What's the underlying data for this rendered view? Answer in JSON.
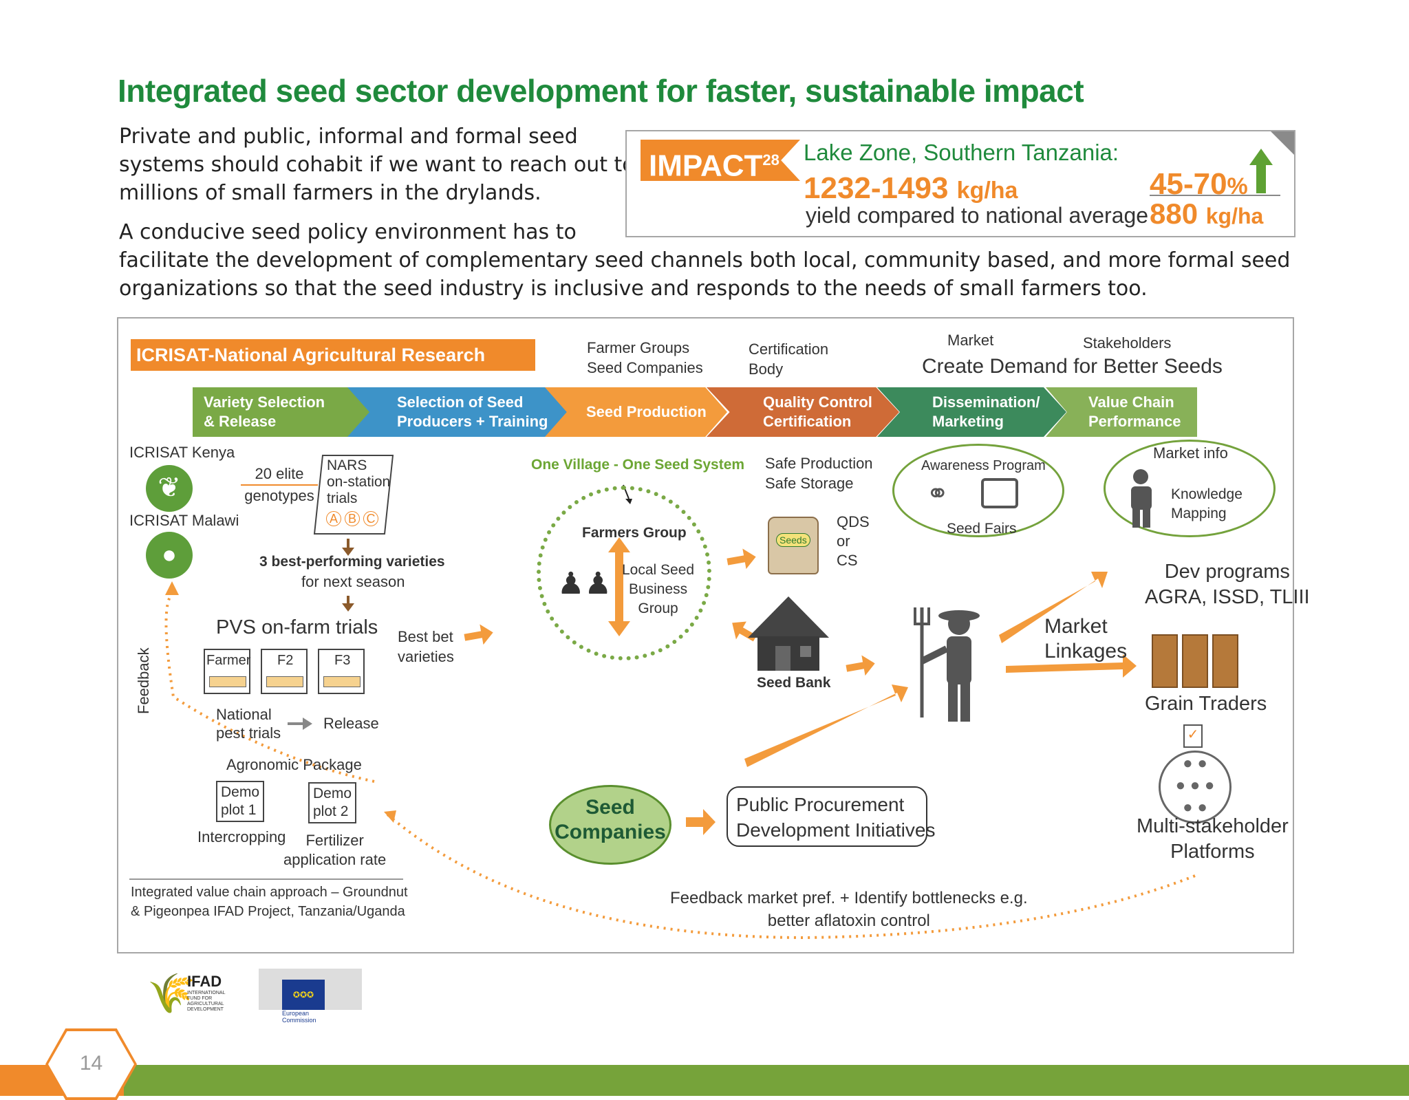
{
  "page": {
    "title": "Integrated seed sector development for faster, sustainable impact",
    "para1": [
      "Private and public, informal and formal seed",
      "systems should cohabit if we want to reach out to",
      "millions of small farmers in the drylands."
    ],
    "para2_first": "A conducive seed policy environment has to",
    "para2_rest": [
      "facilitate the development of complementary seed channels both local, community based, and more formal seed",
      "organizations so that the seed industry is inclusive and responds to the needs of small farmers too."
    ],
    "page_number": "14"
  },
  "impact": {
    "tag": "IMPACT",
    "tag_sup": "28",
    "region": "Lake Zone, Southern Tanzania:",
    "yield_value": "1232-1493",
    "yield_unit": "kg/ha",
    "yield_caption": "yield compared to national average",
    "percent_value": "45-70",
    "percent_sign": "%",
    "national_value": "880",
    "national_unit": "kg/ha"
  },
  "diagram": {
    "banner": "ICRISAT-National Agricultural Research Systems",
    "top_labels": {
      "farmer_groups": [
        "Farmer Groups",
        "Seed Companies"
      ],
      "certification": [
        "Certification",
        "Body"
      ],
      "market": "Market",
      "stakeholders": "Stakeholders",
      "demand": "Create Demand for Better Seeds"
    },
    "chevrons": [
      [
        "Variety Selection",
        "& Release"
      ],
      [
        "Selection of Seed",
        "Producers + Training"
      ],
      [
        "Seed Production"
      ],
      [
        "Quality Control",
        "Certification"
      ],
      [
        "Dissemination/",
        "Marketing"
      ],
      [
        "Value Chain",
        "Performance"
      ]
    ],
    "col1": {
      "icrisat_kenya": "ICRISAT Kenya",
      "icrisat_malawi": "ICRISAT Malawi",
      "genotypes": [
        "20 elite",
        "genotypes"
      ],
      "nars": [
        "NARS",
        "on-station",
        "trials"
      ],
      "abc": [
        "A",
        "B",
        "C"
      ],
      "best_varieties": "3 best-performing varieties",
      "next_season": "for next season",
      "pvs": "PVS on-farm trials",
      "trial_boxes": [
        "Farmer",
        "F2",
        "F3"
      ],
      "best_bet": [
        "Best bet",
        "varieties"
      ],
      "national_pest": [
        "National",
        "pest trials"
      ],
      "release": "Release",
      "feedback": "Feedback",
      "agronomic": "Agronomic Package",
      "demo1": [
        "Demo",
        "plot 1"
      ],
      "demo2": [
        "Demo",
        "plot 2"
      ],
      "intercropping": "Intercropping",
      "fertilizer": [
        "Fertilizer",
        "application rate"
      ],
      "footnote": [
        "Integrated value chain approach – Groundnut",
        "& Pigeonpea IFAD Project, Tanzania/Uganda"
      ]
    },
    "col2": {
      "ovos": "One Village - One Seed System",
      "farmers_group": "Farmers Group",
      "lsb": [
        "Local Seed",
        "Business",
        "Group"
      ],
      "seed_companies": [
        "Seed",
        "Companies"
      ],
      "public_procurement": [
        "Public Procurement",
        "Development Initiatives"
      ]
    },
    "col3": {
      "safe": [
        "Safe Production",
        "Safe Storage"
      ],
      "qds": [
        "QDS",
        "or",
        "CS"
      ],
      "seeds_label": "Seeds",
      "seed_bank": "Seed Bank"
    },
    "col4": {
      "awareness": "Awareness Program",
      "seed_fairs": "Seed Fairs",
      "market_linkages": [
        "Market",
        "Linkages"
      ]
    },
    "col5": {
      "market_info": "Market info",
      "knowledge": [
        "Knowledge",
        "Mapping"
      ],
      "dev_programs": [
        "Dev programs",
        "AGRA, ISSD, TLIII"
      ],
      "grain_traders": "Grain Traders",
      "multi": [
        "Multi-stakeholder",
        "Platforms"
      ]
    },
    "feedback_bottom": [
      "Feedback market pref. + Identify bottlenecks e.g.",
      "better aflatoxin control"
    ]
  },
  "logos": {
    "ifad": "IFAD",
    "ifad_sub": [
      "INTERNATIONAL",
      "FUND FOR",
      "AGRICULTURAL",
      "DEVELOPMENT"
    ],
    "ec": [
      "European",
      "Commission"
    ]
  },
  "colors": {
    "title_green": "#1f8a3c",
    "orange": "#f08a2b",
    "chevron_green": "#7aa946",
    "chevron_blue": "#3d93c8",
    "chevron_orange": "#f39b3c",
    "chevron_rust": "#cf6b37",
    "chevron_darkgreen": "#3c8a5c",
    "chevron_lightgreen": "#88b158"
  }
}
